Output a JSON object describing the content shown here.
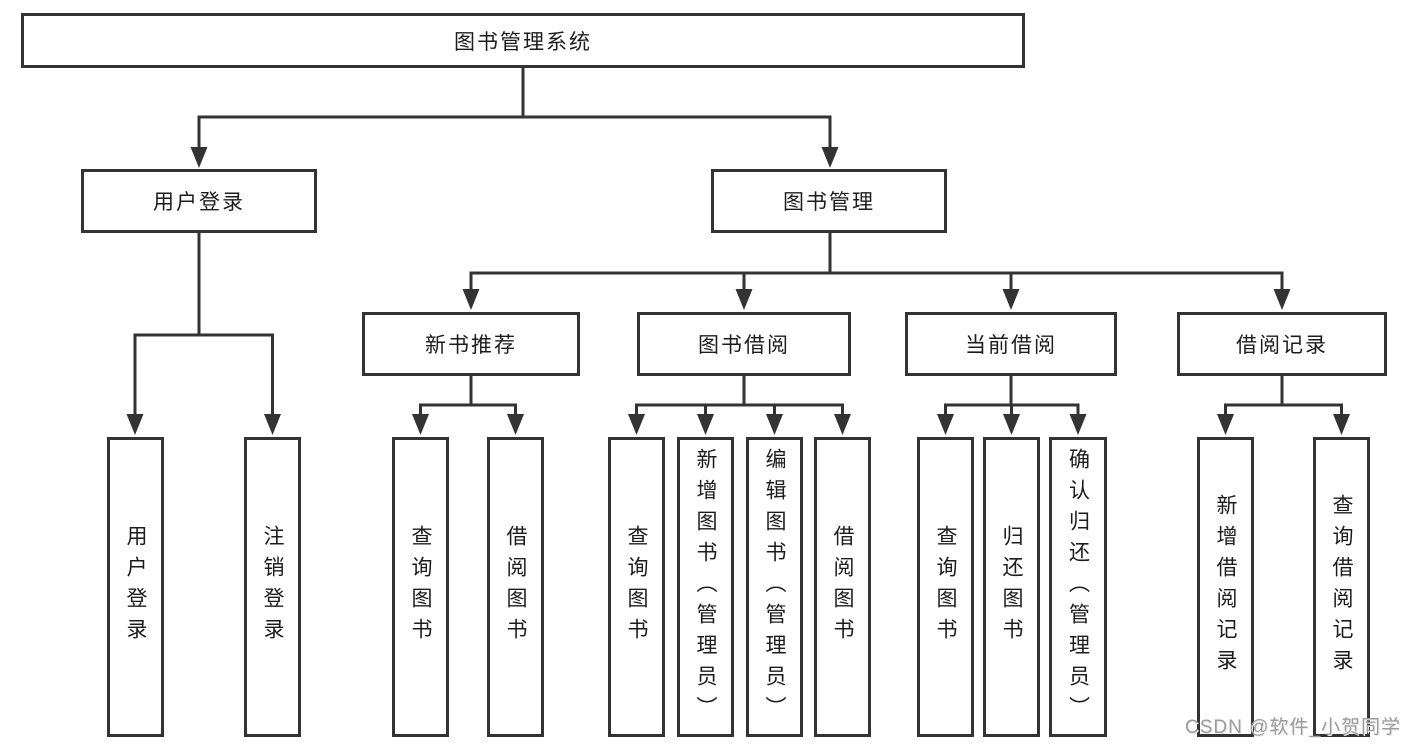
{
  "diagram": {
    "root": {
      "label": "图书管理系统"
    },
    "branches": [
      {
        "label": "用户登录",
        "children": [
          {
            "label": "用户登录"
          },
          {
            "label": "注销登录"
          }
        ]
      },
      {
        "label": "图书管理",
        "children": [
          {
            "label": "新书推荐",
            "children": [
              {
                "label": "查询图书"
              },
              {
                "label": "借阅图书"
              }
            ]
          },
          {
            "label": "图书借阅",
            "children": [
              {
                "label": "查询图书"
              },
              {
                "label": "新增图书（管理员）"
              },
              {
                "label": "编辑图书（管理员）"
              },
              {
                "label": "借阅图书"
              }
            ]
          },
          {
            "label": "当前借阅",
            "children": [
              {
                "label": "查询图书"
              },
              {
                "label": "归还图书"
              },
              {
                "label": "确认归还（管理员）"
              }
            ]
          },
          {
            "label": "借阅记录",
            "children": [
              {
                "label": "新增借阅记录"
              },
              {
                "label": "查询借阅记录"
              }
            ]
          }
        ]
      }
    ]
  },
  "watermark": {
    "text": "CSDN @软件_小贺同学",
    "color": "#9c9c9c"
  },
  "colors": {
    "background": "#ffffff",
    "line": "#333333",
    "box_border": "#333333",
    "text": "#1c1c1c"
  }
}
